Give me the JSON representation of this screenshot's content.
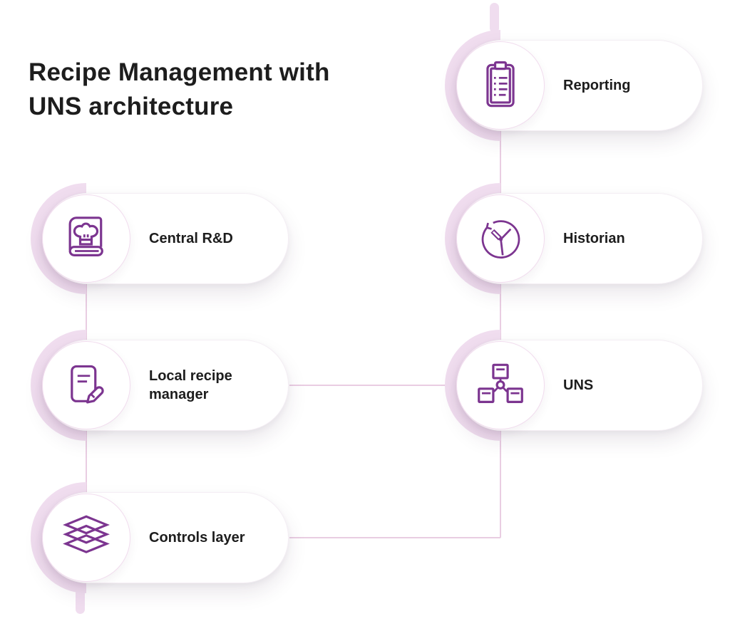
{
  "title": {
    "text": "Recipe Management with UNS architecture",
    "line1": "Recipe Management with",
    "line2": "UNS architecture"
  },
  "nodes": [
    {
      "id": "reporting",
      "label": "Reporting",
      "icon": "clipboard-icon",
      "column": "right",
      "row": 0
    },
    {
      "id": "central-rd",
      "label": "Central R&D",
      "icon": "recipe-book-icon",
      "column": "left",
      "row": 1
    },
    {
      "id": "historian",
      "label": "Historian",
      "icon": "history-clock-icon",
      "column": "right",
      "row": 1
    },
    {
      "id": "local-recipe-manager",
      "label": "Local recipe manager",
      "icon": "document-edit-icon",
      "column": "left",
      "row": 2
    },
    {
      "id": "uns",
      "label": "UNS",
      "icon": "network-icon",
      "column": "right",
      "row": 2
    },
    {
      "id": "controls-layer",
      "label": "Controls layer",
      "icon": "layers-icon",
      "column": "left",
      "row": 3
    }
  ],
  "connections": [
    {
      "from": "reporting",
      "to": "historian"
    },
    {
      "from": "historian",
      "to": "uns"
    },
    {
      "from": "central-rd",
      "to": "local-recipe-manager"
    },
    {
      "from": "local-recipe-manager",
      "to": "controls-layer"
    },
    {
      "from": "local-recipe-manager",
      "to": "uns"
    },
    {
      "from": "controls-layer",
      "to": "uns"
    }
  ],
  "colors": {
    "accent": "#7c3590",
    "arc": "#f0ddef",
    "line": "#e9cde2",
    "circle-border": "#f1dcee",
    "text": "#1d1d1d",
    "card-bg": "#ffffff",
    "page-bg": "#ffffff"
  }
}
